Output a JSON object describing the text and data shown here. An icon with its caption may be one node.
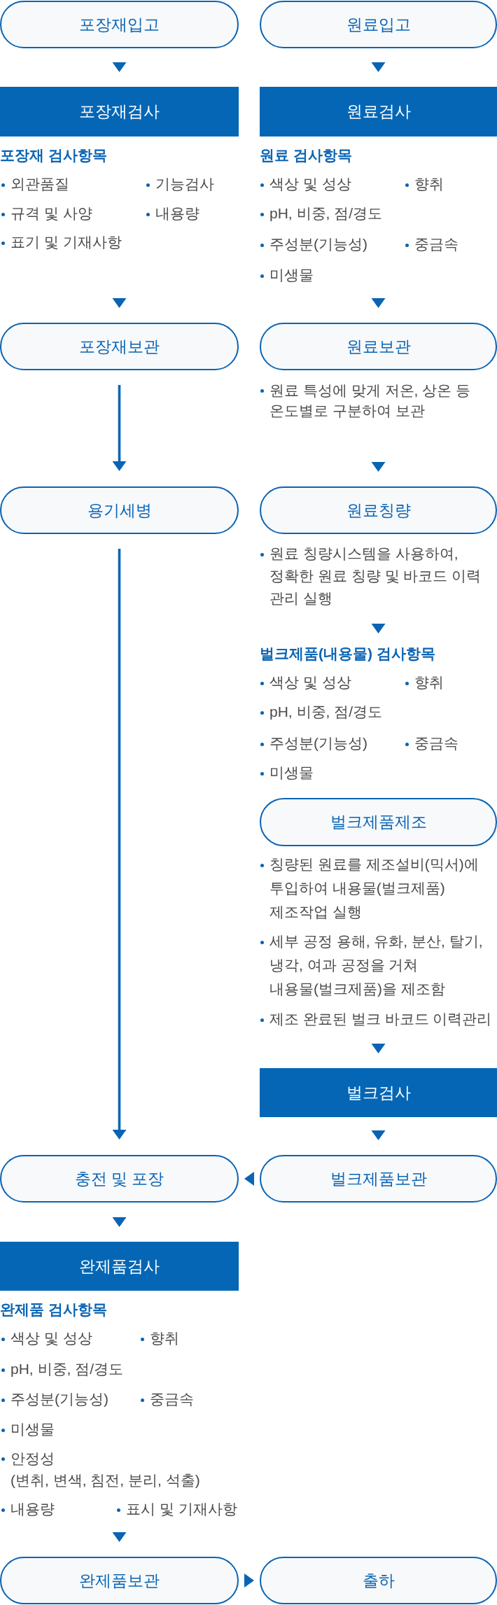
{
  "diagram": {
    "nodes": [
      {
        "text": [
          "포장재입고"
        ]
      },
      {
        "text": [
          "원료입고"
        ]
      },
      {
        "text": [
          "포장재검사"
        ],
        "beside": [
          "포장재 검사항목",
          "외관품질",
          "기능검사",
          "규격 및 사양",
          "내용량",
          "표기 및 기재사항"
        ]
      },
      {
        "text": [
          "원료검사"
        ],
        "beside": [
          "원료 검사항목",
          "색상 및 성상",
          "향취",
          "pH, 비중, 점/경도",
          "주성분(기능성)",
          "중금속",
          "미생물"
        ]
      },
      {
        "text": [
          "포장재보관"
        ]
      },
      {
        "text": [
          "원료보관"
        ],
        "beside": [
          "원료 특성에 맞게 저온, 상온 등 온도별로 구분하여 보관"
        ]
      },
      {
        "text": [
          "용기세병"
        ]
      },
      {
        "text": [
          "원료칭량"
        ],
        "beside": [
          "원료 칭량시스템을 사용하여, 정확한 원료 칭량 및 바코드 이력 관리 실행"
        ]
      },
      {
        "text": [
          "벌크제품제조"
        ],
        "beside": [
          "벌크제품(내용물) 검사항목",
          "색상 및 성상",
          "향취",
          "pH, 비중, 점/경도",
          "주성분(기능성)",
          "중금속",
          "미생물",
          "칭량된 원료를 제조설비(믹서)에 투입하여 내용물(벌크제품) 제조작업 실행",
          "세부 공정 용해, 유화, 분산, 탈기, 냉각, 여과 공정을 거쳐 내용물(벌크제품)을 제조함",
          "제조 완료된 벌크 바코드 이력관리"
        ]
      },
      {
        "text": [
          "벌크검사"
        ]
      },
      {
        "text": [
          "충전 및 포장"
        ]
      },
      {
        "text": [
          "벌크제품보관"
        ]
      },
      {
        "text": [
          "완제품검사"
        ],
        "beside": [
          "완제품 검사항목",
          "색상 및 성상",
          "향취",
          "pH, 비중, 점/경도",
          "주성분(기능성)",
          "중금속",
          "미생물",
          "안정성 (변취, 변색, 침전, 분리, 석출)",
          "내용량",
          "표시 및 기재사항"
        ]
      },
      {
        "text": [
          "완제품보관"
        ]
      },
      {
        "text": [
          "출하"
        ]
      }
    ],
    "edges": [
      {
        "from": 0,
        "to": 2,
        "arrow": "to"
      },
      {
        "from": 1,
        "to": 3,
        "arrow": "to"
      },
      {
        "from": 2,
        "to": 4,
        "arrow": "to"
      },
      {
        "from": 3,
        "to": 5,
        "arrow": "to"
      },
      {
        "from": 4,
        "to": 6,
        "arrow": "to"
      },
      {
        "from": 5,
        "to": 7,
        "arrow": "to"
      },
      {
        "from": 6,
        "to": 10,
        "arrow": "to"
      },
      {
        "from": 7,
        "to": 8,
        "arrow": "to"
      },
      {
        "from": 8,
        "to": 9,
        "arrow": "to"
      },
      {
        "from": 9,
        "to": 11,
        "arrow": "to"
      },
      {
        "from": 11,
        "to": 10,
        "arrow": "to"
      },
      {
        "from": 10,
        "to": 12,
        "arrow": "to"
      },
      {
        "from": 12,
        "to": 13,
        "arrow": "to"
      },
      {
        "from": 13,
        "to": 14,
        "arrow": "to"
      }
    ]
  }
}
